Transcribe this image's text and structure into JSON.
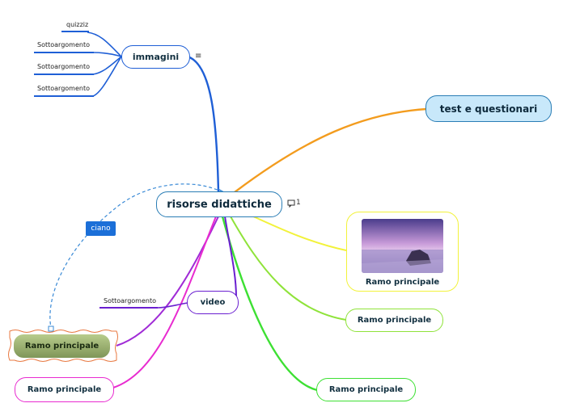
{
  "root": {
    "label": "risorse didattiche",
    "comment_count": "1"
  },
  "branches": {
    "immagini": {
      "label": "immagini",
      "subtopics": [
        "quizziz",
        "Sottoargomento",
        "Sottoargomento",
        "Sottoargomento"
      ]
    },
    "test": {
      "label": "test e questionari"
    },
    "image_branch": {
      "label": "Ramo principale"
    },
    "right_mid": {
      "label": "Ramo principale"
    },
    "right_low": {
      "label": "Ramo principale"
    },
    "video": {
      "label": "video",
      "subtopics": [
        "Sottoargomento"
      ]
    },
    "left_mid": {
      "label": "Ramo principale"
    },
    "left_low": {
      "label": "Ramo principale"
    }
  },
  "relationship": {
    "label": "ciano"
  },
  "colors": {
    "blue": "#1f5fd6",
    "orange": "#f39c1e",
    "yellow": "#f2f23a",
    "lime": "#8fe33a",
    "green": "#3de033",
    "purple": "#6a1fd0",
    "violet": "#a02bd6",
    "magenta": "#e82bd0",
    "node_border": "#2a7db5",
    "test_fill": "#c8e8fa",
    "dashed": "#3a8ad6"
  },
  "icons": {
    "notes": "notes-icon",
    "comment": "comment-icon"
  }
}
